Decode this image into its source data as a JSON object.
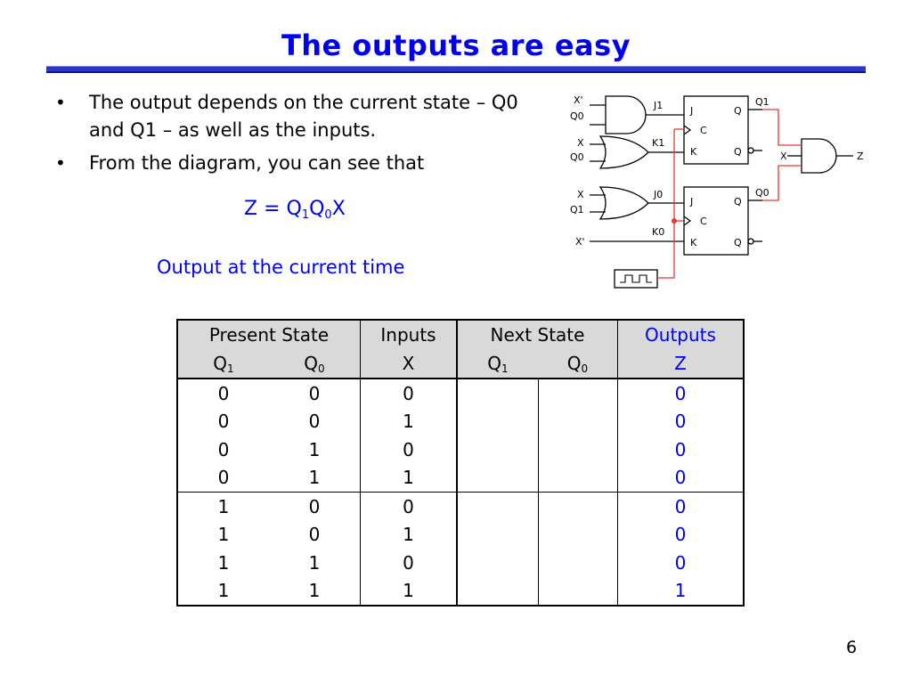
{
  "slide": {
    "title": "The outputs are easy",
    "page_number": "6"
  },
  "bullets": [
    "The output depends on the current state – Q0 and Q1 – as well as the inputs.",
    "From the diagram, you can see that"
  ],
  "formula": {
    "lhs": "Z = Q",
    "sub1": "1",
    "mid": "Q",
    "sub2": "0",
    "rhs": "X"
  },
  "output_note": "Output at the current time",
  "circuit": {
    "labels": {
      "x_prime_1": "X'",
      "q0_1": "Q0",
      "j1": "J1",
      "x_1": "X",
      "q0_2": "Q0",
      "k1": "K1",
      "x_2": "X",
      "q1_1": "Q1",
      "j0": "J0",
      "x_prime_2": "X'",
      "k0": "K0",
      "ff_top_j": "J",
      "ff_top_c": "C",
      "ff_top_k": "K",
      "ff_top_q": "Q",
      "ff_top_qbar": "Q",
      "ff_bot_j": "J",
      "ff_bot_c": "C",
      "ff_bot_k": "K",
      "ff_bot_q": "Q",
      "ff_bot_qbar": "Q",
      "q1_out": "Q1",
      "q0_out": "Q0",
      "x_and": "X",
      "z_out": "Z"
    },
    "wire_color": "#e53935"
  },
  "table": {
    "headers": {
      "present_state": "Present State",
      "inputs": "Inputs",
      "next_state": "Next State",
      "outputs": "Outputs"
    },
    "subheaders": {
      "q1_label": "Q",
      "q1_sub": "1",
      "q0_label": "Q",
      "q0_sub": "0",
      "x": "X",
      "nq1_label": "Q",
      "nq1_sub": "1",
      "nq0_label": "Q",
      "nq0_sub": "0",
      "z": "Z"
    },
    "rows": [
      {
        "q1": "0",
        "q0": "0",
        "x": "0",
        "nq1": "",
        "nq0": "",
        "z": "0"
      },
      {
        "q1": "0",
        "q0": "0",
        "x": "1",
        "nq1": "",
        "nq0": "",
        "z": "0"
      },
      {
        "q1": "0",
        "q0": "1",
        "x": "0",
        "nq1": "",
        "nq0": "",
        "z": "0"
      },
      {
        "q1": "0",
        "q0": "1",
        "x": "1",
        "nq1": "",
        "nq0": "",
        "z": "0"
      },
      {
        "q1": "1",
        "q0": "0",
        "x": "0",
        "nq1": "",
        "nq0": "",
        "z": "0"
      },
      {
        "q1": "1",
        "q0": "0",
        "x": "1",
        "nq1": "",
        "nq0": "",
        "z": "0"
      },
      {
        "q1": "1",
        "q0": "1",
        "x": "0",
        "nq1": "",
        "nq0": "",
        "z": "0"
      },
      {
        "q1": "1",
        "q0": "1",
        "x": "1",
        "nq1": "",
        "nq0": "",
        "z": "1"
      }
    ]
  },
  "colors": {
    "title": "#0000ee",
    "accent_rule": "#2a38cf",
    "header_bg": "#d9d9d9"
  }
}
